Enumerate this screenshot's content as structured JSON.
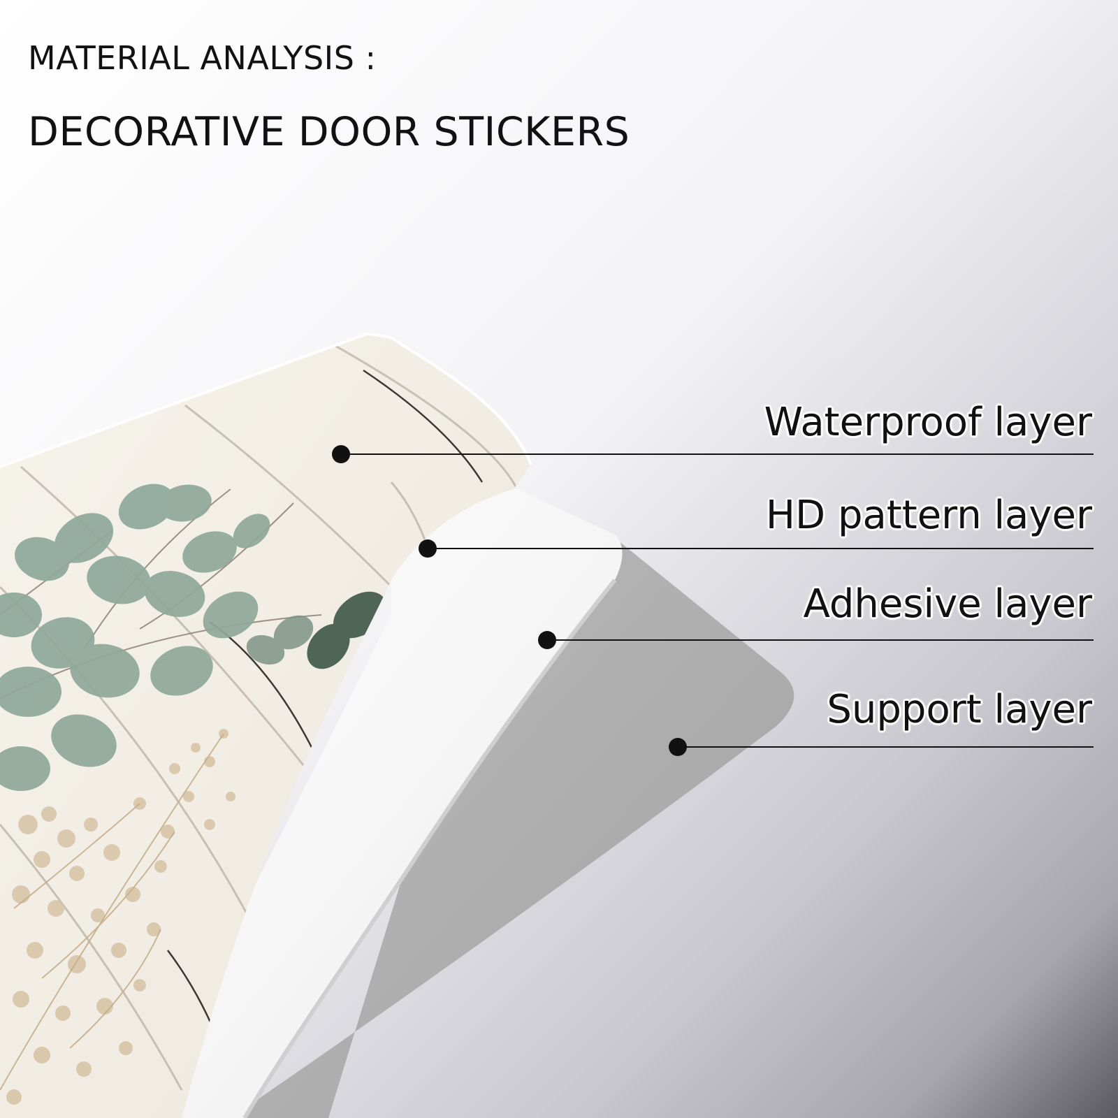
{
  "heading": {
    "line1": "MATERIAL ANALYSIS :",
    "line2": "DECORATIVE DOOR STICKERS"
  },
  "layers": [
    {
      "label": "Waterproof layer"
    },
    {
      "label": "HD pattern layer"
    },
    {
      "label": "Adhesive layer"
    },
    {
      "label": "Support layer"
    }
  ],
  "colors": {
    "text": "#111111",
    "callout_line": "#111111",
    "support_layer_gray": "#a9a9a9",
    "sticker_base": "#f1ede4",
    "eucalyptus_green": "#8ea397",
    "dried_floral_beige": "#d6c2a6"
  }
}
